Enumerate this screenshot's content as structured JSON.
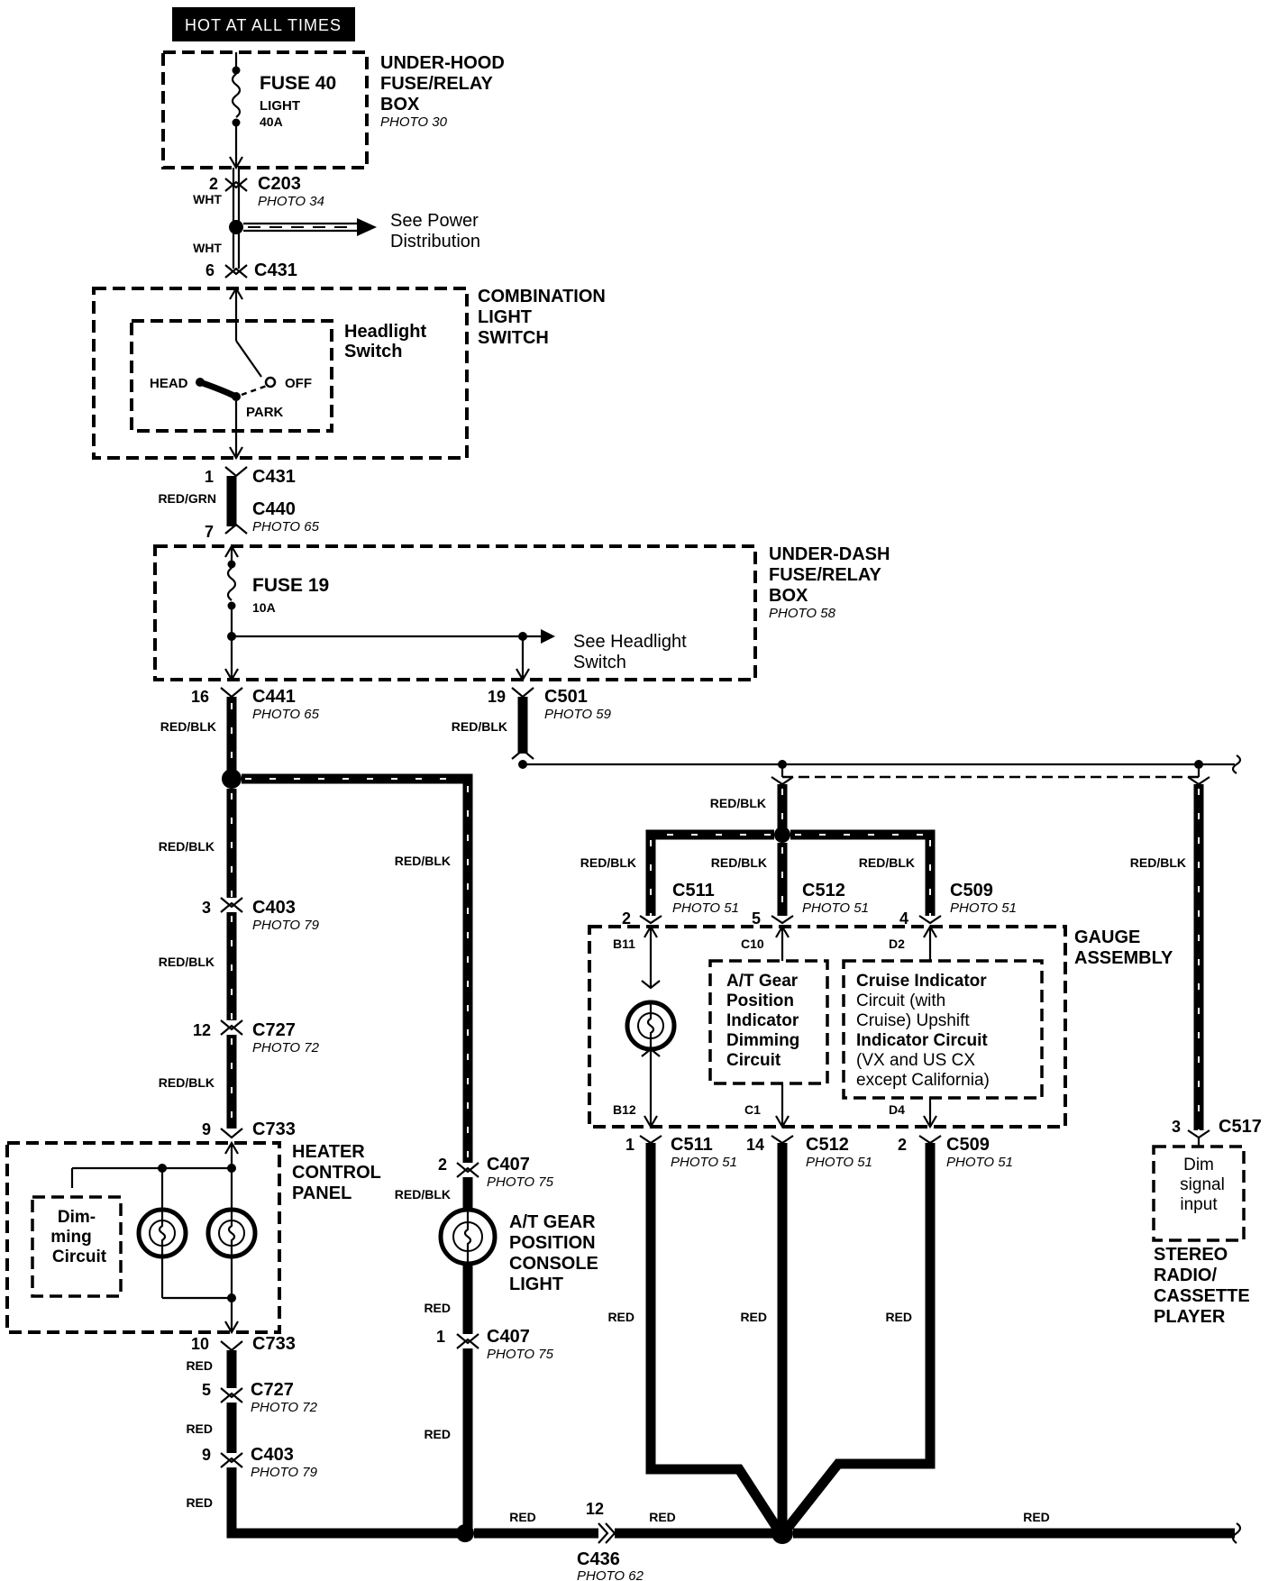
{
  "banner": "HOT AT ALL TIMES",
  "underhood": {
    "fuse": "FUSE 40",
    "fuse_label": "LIGHT",
    "rating": "40A",
    "title_lines": [
      "UNDER-HOOD",
      "FUSE/RELAY",
      "BOX"
    ],
    "photo": "PHOTO 30"
  },
  "c203": {
    "pin": "2",
    "wire": "WHT",
    "name": "C203",
    "photo": "PHOTO 34"
  },
  "power_ref": [
    "See Power",
    "Distribution"
  ],
  "c431_top": {
    "wire": "WHT",
    "pin": "6",
    "name": "C431"
  },
  "combo_switch": {
    "title_lines": [
      "COMBINATION",
      "LIGHT",
      "SWITCH"
    ]
  },
  "headlight_switch": {
    "title_lines": [
      "Headlight",
      "Switch"
    ],
    "head": "HEAD",
    "off": "OFF",
    "park": "PARK"
  },
  "c431_bottom": {
    "pin": "1",
    "name": "C431",
    "wire": "RED/GRN"
  },
  "c440": {
    "name": "C440",
    "photo": "PHOTO 65",
    "pin": "7"
  },
  "underdash": {
    "fuse": "FUSE 19",
    "rating": "10A",
    "title_lines": [
      "UNDER-DASH",
      "FUSE/RELAY",
      "BOX"
    ],
    "photo": "PHOTO 58"
  },
  "headlight_ref": [
    "See Headlight",
    "Switch"
  ],
  "c441": {
    "pin": "16",
    "name": "C441",
    "photo": "PHOTO 65",
    "wire": "RED/BLK"
  },
  "c501": {
    "pin": "19",
    "name": "C501",
    "photo": "PHOTO 59",
    "wire": "RED/BLK"
  },
  "left_wires": {
    "w1": "RED/BLK",
    "w2": "RED/BLK",
    "w3": "RED/BLK",
    "w_mid": "RED/BLK"
  },
  "c403_top": {
    "pin": "3",
    "name": "C403",
    "photo": "PHOTO 79"
  },
  "c727_top": {
    "pin": "12",
    "name": "C727",
    "photo": "PHOTO 72"
  },
  "c733_top": {
    "pin": "9",
    "name": "C733"
  },
  "heater_panel": {
    "title_lines": [
      "HEATER",
      "CONTROL",
      "PANEL"
    ],
    "dimming": [
      "Dim-",
      "ming",
      "Circuit"
    ]
  },
  "c733_bottom": {
    "pin": "10",
    "name": "C733",
    "wire": "RED"
  },
  "c727_bottom": {
    "pin": "5",
    "name": "C727",
    "photo": "PHOTO 72",
    "wire": "RED"
  },
  "c403_bottom": {
    "pin": "9",
    "name": "C403",
    "photo": "PHOTO 79",
    "wire": "RED"
  },
  "c407_top": {
    "pin": "2",
    "name": "C407",
    "photo": "PHOTO 75",
    "wire": "RED/BLK"
  },
  "console_light": {
    "title_lines": [
      "A/T GEAR",
      "POSITION",
      "CONSOLE",
      "LIGHT"
    ],
    "wire": "RED"
  },
  "c407_bottom": {
    "pin": "1",
    "name": "C407",
    "photo": "PHOTO 75",
    "wire": "RED"
  },
  "c436": {
    "pin": "12",
    "name": "C436",
    "photo": "PHOTO 62",
    "wire_left": "RED",
    "wire_right": "RED",
    "wire_far": "RED"
  },
  "gauge": {
    "title_lines": [
      "GAUGE",
      "ASSEMBLY"
    ],
    "feed_wire": "RED/BLK",
    "wires_top": [
      "RED/BLK",
      "RED/BLK",
      "RED/BLK"
    ],
    "c511_top": {
      "pin": "2",
      "name": "C511",
      "photo": "PHOTO 51",
      "term": "B11"
    },
    "c512_top": {
      "pin": "5",
      "name": "C512",
      "photo": "PHOTO 51",
      "term": "C10"
    },
    "c509_top": {
      "pin": "4",
      "name": "C509",
      "photo": "PHOTO 51",
      "term": "D2"
    },
    "at_circuit": [
      "A/T Gear",
      "Position",
      "Indicator",
      "Dimming",
      "Circuit"
    ],
    "cruise_circuit": [
      "Cruise Indicator",
      "Circuit (with",
      "Cruise) Upshift",
      "Indicator Circuit",
      "(VX and US CX",
      "except California)"
    ],
    "c511_bottom": {
      "pin": "1",
      "name": "C511",
      "photo": "PHOTO 51",
      "term": "B12"
    },
    "c512_bottom": {
      "pin": "14",
      "name": "C512",
      "photo": "PHOTO 51",
      "term": "C1"
    },
    "c509_bottom": {
      "pin": "2",
      "name": "C509",
      "photo": "PHOTO 51",
      "term": "D4"
    },
    "wires_bottom": [
      "RED",
      "RED",
      "RED"
    ]
  },
  "stereo": {
    "wire": "RED/BLK",
    "pin": "3",
    "name": "C517",
    "input": [
      "Dim",
      "signal",
      "input"
    ],
    "title_lines": [
      "STEREO",
      "RADIO/",
      "CASSETTE",
      "PLAYER"
    ]
  }
}
